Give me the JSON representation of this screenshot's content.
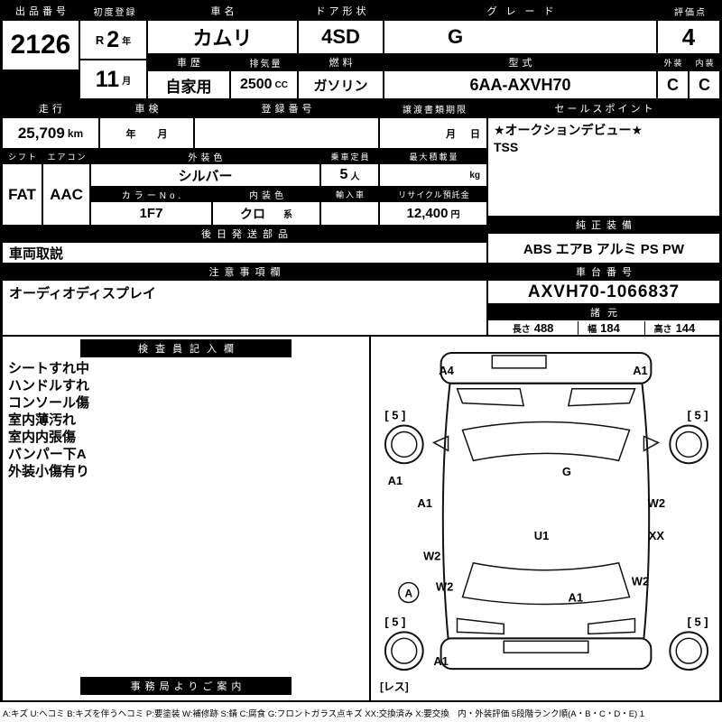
{
  "top": {
    "lot": {
      "label": "出品番号",
      "value": "2126"
    },
    "first_reg": {
      "label": "初度登録",
      "era": "R",
      "year": "2",
      "year_unit": "年",
      "month": "11",
      "month_unit": "月"
    },
    "name": {
      "label": "車名",
      "value": "カムリ"
    },
    "doors": {
      "label": "ドア形状",
      "value": "4SD"
    },
    "grade": {
      "label": "グレード",
      "value": "G"
    },
    "score": {
      "label": "評価点",
      "value": "4"
    },
    "history": {
      "label": "車歴",
      "value": "自家用"
    },
    "displacement": {
      "label": "排気量",
      "value": "2500",
      "unit": "CC"
    },
    "fuel": {
      "label": "燃料",
      "value": "ガソリン"
    },
    "model_code": {
      "label": "型式",
      "value": "6AA-AXVH70"
    },
    "exterior": {
      "label": "外装",
      "value": "C"
    },
    "interior": {
      "label": "内装",
      "value": "C"
    }
  },
  "row2": {
    "mileage": {
      "label": "走行",
      "value": "25,709",
      "unit": "km"
    },
    "inspection": {
      "label": "車検",
      "year_unit": "年",
      "month_unit": "月"
    },
    "reg_no": {
      "label": "登録番号",
      "value": ""
    },
    "transfer": {
      "label": "譲渡書類期限",
      "month_unit": "月",
      "day_unit": "日"
    },
    "sales_point": {
      "label": "セールスポイント",
      "line1": "★オークションデビュー★",
      "line2": "TSS"
    }
  },
  "row3": {
    "shift": {
      "label": "シフト",
      "value": "FAT"
    },
    "aircon": {
      "label": "エアコン",
      "value": "AAC"
    },
    "ext_color": {
      "label": "外装色",
      "value": "シルバー"
    },
    "capacity": {
      "label": "乗車定員",
      "value": "5",
      "unit": "人"
    },
    "max_load": {
      "label": "最大積載量",
      "value": "",
      "unit": "kg"
    },
    "color_no": {
      "label": "カラーNo.",
      "value": "1F7"
    },
    "int_color": {
      "label": "内装色",
      "value": "クロ",
      "unit": "系"
    },
    "import_car": {
      "label": "輸入車",
      "value": ""
    },
    "recycle": {
      "label": "リサイクル預託金",
      "value": "12,400",
      "unit": "円"
    }
  },
  "equipment": {
    "label": "純正装備",
    "value": "ABS エアB アルミ PS PW"
  },
  "later_parts": {
    "label": "後日発送部品",
    "value": "車両取説"
  },
  "caution": {
    "label": "注意事項欄",
    "value": "オーディオディスプレイ"
  },
  "chassis": {
    "label": "車台番号",
    "value": "AXVH70-1066837"
  },
  "dimensions": {
    "label": "諸元",
    "length_label": "長さ",
    "length": "488",
    "width_label": "幅",
    "width": "184",
    "height_label": "高さ",
    "height": "144"
  },
  "inspector": {
    "label": "検査員記入欄",
    "notes": [
      "シートすれ中",
      "ハンドルすれ",
      "コンソール傷",
      "室内薄汚れ",
      "室内内張傷",
      "バンパー下A",
      "外装小傷有り"
    ]
  },
  "office": {
    "label": "事務局よりご案内"
  },
  "diagram": {
    "tire_fl": "[ 5 ]",
    "tire_fr": "[ 5 ]",
    "tire_rl": "[ 5 ]",
    "tire_rr": "[ 5 ]",
    "front_bumper_left": "A4",
    "front_bumper_right": "A1",
    "left_fender": "A1",
    "left_front_door": "A1",
    "windshield": "G",
    "right_front_door": "W2",
    "roof": "U1",
    "right_rear_door": "XX",
    "left_rear_door": "W2",
    "left_wheel": "A",
    "left_quarter": "W2",
    "rear_panel": "A1",
    "right_quarter": "W2",
    "rear_bumper": "A1",
    "spare": "[レス]"
  },
  "legend": "A:キズ U:ヘコミ B:キズを伴うヘコミ P:要塗装 W:補修跡 S:錆 C:腐食 G:フロントガラス点キズ XX:交換済み X:要交換　内・外装評価 5段階ランク順(A・B・C・D・E) 1"
}
